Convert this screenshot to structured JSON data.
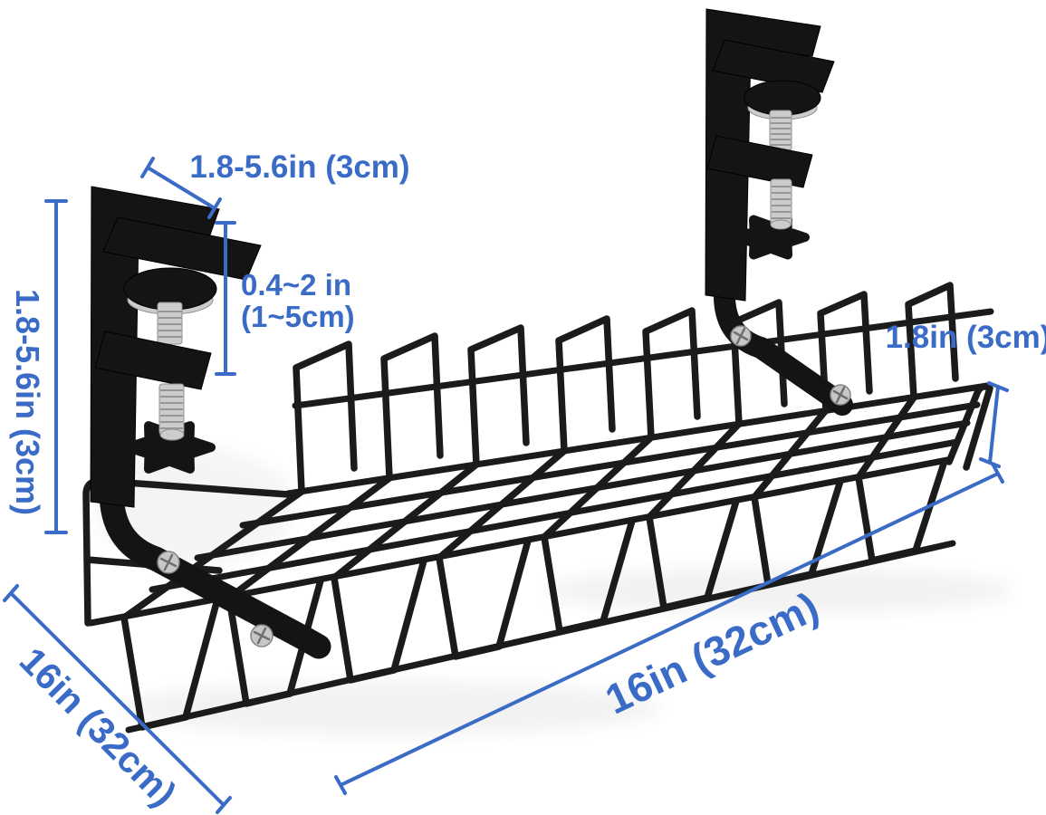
{
  "annotations": {
    "top_width": "1.8-5.6in (3cm)",
    "opening_line1": "0.4~2 in",
    "opening_line2": "(1~5cm)",
    "left_height": "1.8-5.6in (3cm)",
    "right_height": "1.8in (3cm)",
    "front_length": "16in (32cm)",
    "side_length": "16in (32cm)"
  },
  "colors": {
    "annotation_blue": "#3a6bc6",
    "wire_black": "#1b1b1b",
    "clamp_black": "#141414",
    "screw_silver": "#cccccc",
    "background": "#ffffff"
  }
}
